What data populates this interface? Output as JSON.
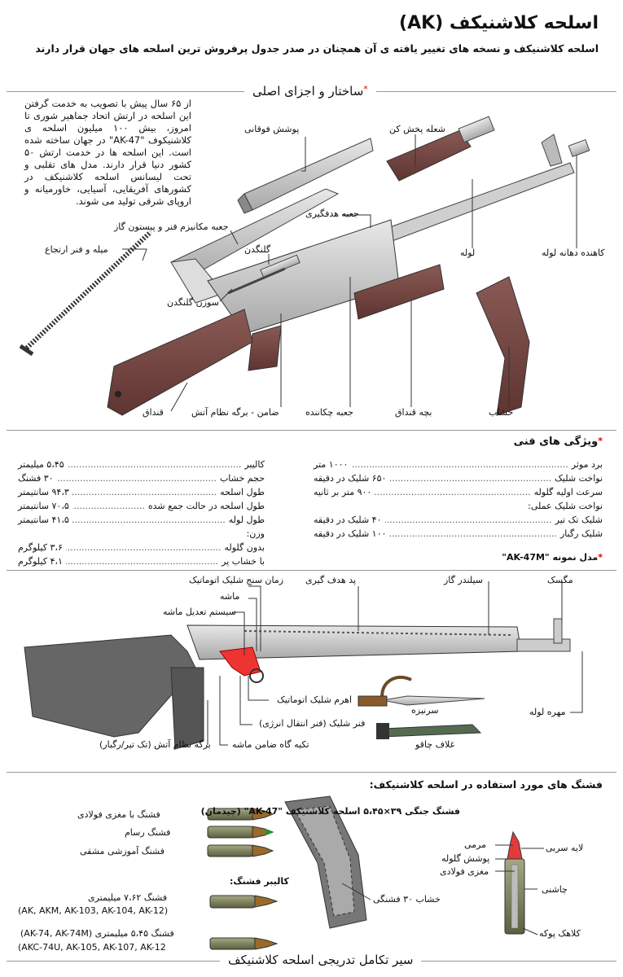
{
  "header": {
    "title": "اسلحه کلاشنیکف (AK)",
    "subtitle": "اسلحه کلاشنیکف و نسخه های تغییر یافته ی آن همچنان در صدر جدول پرفروش ترین اسلحه های جهان قرار دارند"
  },
  "structure": {
    "title": "ساختار و اجزای اصلی",
    "intro": "از ۶۵ سال پیش با تصویب به خدمت گرفتن این اسلحه در ارتش اتحاد جماهیر شوری تا امروز، بیش ۱۰۰ میلیون اسلحه ی کلاشنیکوف \"AK-47\" در جهان ساخته شده است. این اسلحه ها در خدمت ارتش ۵۰ کشور دنیا قرار دارند. مدل های تقلبی و تحت لیسانس اسلحه کلاشنیکف در کشورهای آفریقایی، آسیایی، خاورمیانه و اروپای شرقی تولید می شوند.",
    "parts": {
      "handguard_top": "پوشش فوقانی",
      "flash_hider": "شعله پخش کن",
      "gas_piston": "جعبه مکانیزم فنر و پیستون گاز",
      "rear_sight": "جعبه هدفگیری",
      "recoil_spring": "میله و فنر ارتجاع",
      "bolt": "گلنگدن",
      "firing_pin": "سوزن گلنگدن",
      "barrel": "لوله",
      "muzzle_brake": "کاهنده دهانه لوله",
      "stock": "قنداق",
      "safety": "ضامن - برگه نظام آتش",
      "receiver": "جعبه چکاننده",
      "handguard": "بچه قنداق",
      "magazine": "خشاب"
    }
  },
  "specs": {
    "title": "ویژگی های فنی",
    "left": [
      {
        "label": "کالیبر",
        "value": "۵،۴۵ میلیمتر"
      },
      {
        "label": "حجم خشاب",
        "value": "۳۰ فشنگ"
      },
      {
        "label": "طول اسلحه",
        "value": "۹۴،۳ سانتیمتر"
      },
      {
        "label": "طول اسلحه در حالت جمع شده",
        "value": "۷۰،۵ سانتیمتر"
      },
      {
        "label": "طول لوله",
        "value": "۴۱،۵ سانتیمتر"
      },
      {
        "label": "وزن:",
        "value": ""
      },
      {
        "label": "بدون گلوله",
        "value": "۳،۶ کیلوگرم"
      },
      {
        "label": "با خشاب پر",
        "value": "۴،۱ کیلوگرم"
      }
    ],
    "right": [
      {
        "label": "برد موثر",
        "value": "۱۰۰۰ متر"
      },
      {
        "label": "نواخت شلیک",
        "value": "۶۵۰ شلیک در دقیقه"
      },
      {
        "label": "سرعت اولیه گلوله",
        "value": "۹۰۰ متر بر ثانیه"
      },
      {
        "label": "نواخت شلیک عملی:",
        "value": ""
      },
      {
        "label": "شلیک تک تیر",
        "value": "۴۰ شلیک در دقیقه"
      },
      {
        "label": "شلیک رگبار",
        "value": "۱۰۰ شلیک در دقیقه"
      }
    ],
    "model_note": "مدل نمونه \"AK-47M\""
  },
  "mechanism": {
    "auto_timer": "زمان سنج شلیک اتوماتیک",
    "sear": "ماشه",
    "trigger_system": "سیستم تعدیل ماشه",
    "rear_sight": "پد هدف گیری",
    "gas_cylinder": "سیلندر گاز",
    "muzzle_cap": "مگسک",
    "auto_lever": "اهرم شلیک اتوماتیک",
    "bayonet": "سرنیزه",
    "barrel_nut": "مهره لوله",
    "hammer_spring": "فنر شلیک (فنر انتقال انرژی)",
    "sheath": "غلاف چاقو",
    "fire_selector": "برگه نظام آتش (تک تیر/رگبار)",
    "trigger_guard": "تکیه گاه ضامن ماشه"
  },
  "ammo": {
    "title": "فشنگ های مورد استفاده در اسلحه کلاشنیکف:",
    "cartridge_title": "فشنگ جنگی ۳۹×۵،۴۵ اسلحه کلاشنیکف \"AK-47\" (چیدمان)",
    "types": [
      "فشنگ با مغزی فولادی",
      "فشنگ رسام",
      "فشنگ آموزشی مشقی"
    ],
    "caliber_title": "کالیبر فشنگ:",
    "cal_762": "فشنگ ۷،۶۲ میلیمتری",
    "cal_762_models": "(AK, AKM, AK-103, AK-104, AK-12)",
    "cal_545": "فشنگ ۵،۴۵ میلیمتری (AK-74, AK-74M)",
    "cal_545_models": "(AKC-74U, AK-105, AK-107, AK-12",
    "magazine": "خشاب ۳۰ فشنگی",
    "layers": {
      "lead": "لایه سربی",
      "tip": "مرمی",
      "jacket": "پوشش گلوله",
      "core": "مغزی فولادی",
      "powder": "چاشنی",
      "case": "کلاهک پوکه"
    },
    "colors": {
      "steel_tip": "#9a6a2a",
      "tracer_tip": "#1a9a2a",
      "training_tip": "#9a6a2a",
      "case": "#7a7e58",
      "tip_red": "#e23b3b"
    }
  },
  "footer": {
    "title": "سیر تکامل تدریجی اسلحه کلاشنیکف"
  }
}
